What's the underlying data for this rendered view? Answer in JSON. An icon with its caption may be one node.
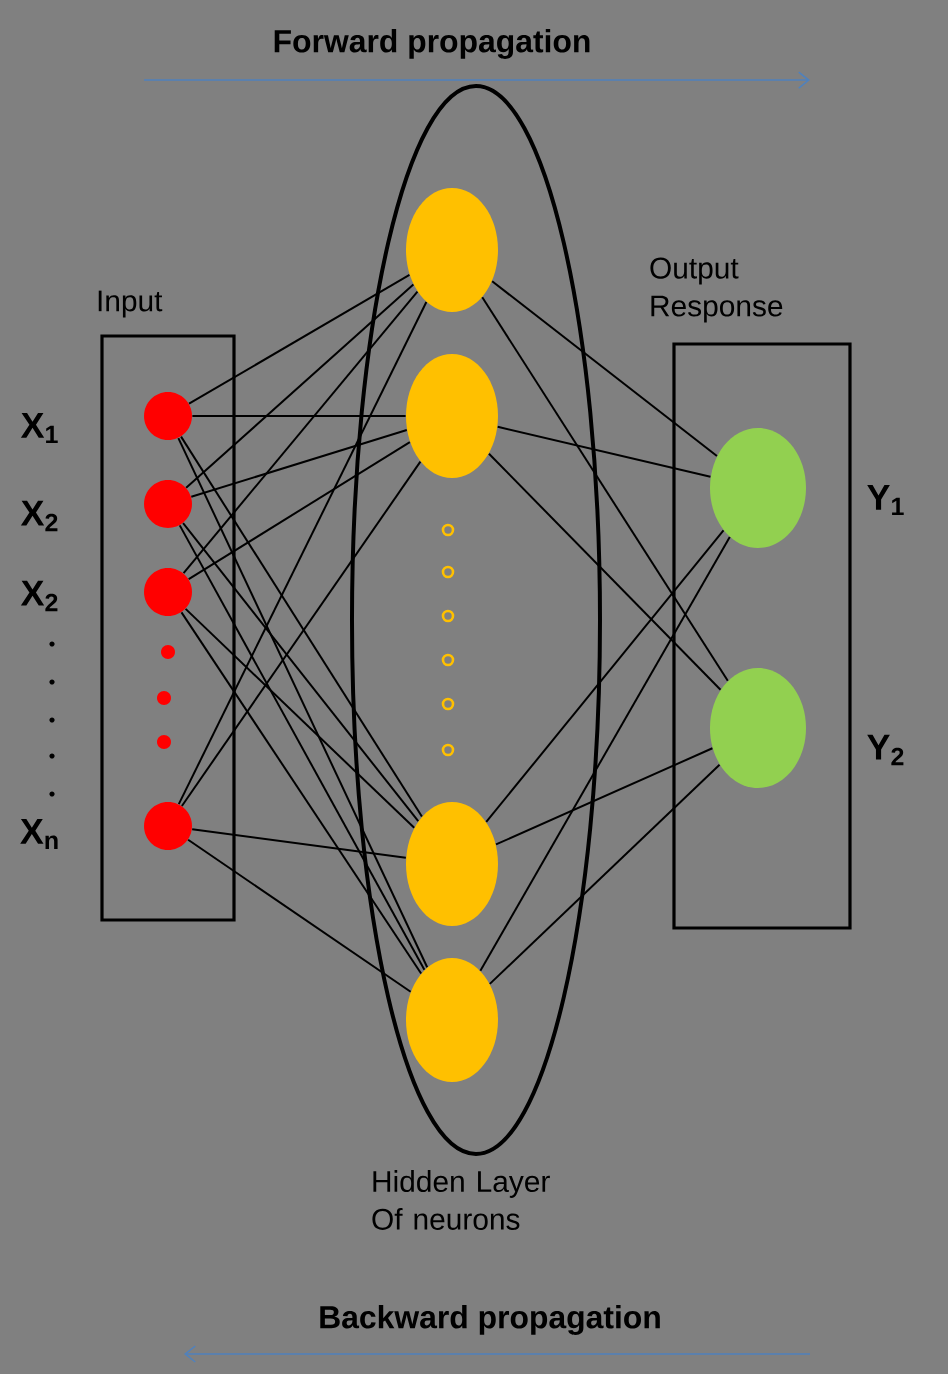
{
  "diagram": {
    "nodes": [
      {
        "text": [
          "Input"
        ]
      },
      {
        "text": [],
        "shape": "circle",
        "in": 0,
        "beside": [
          "X$_{1}$"
        ]
      },
      {
        "text": [],
        "shape": "circle",
        "in": 0,
        "beside": [
          "X$_{2}$"
        ]
      },
      {
        "text": [],
        "shape": "circle",
        "in": 0,
        "beside": [
          "X$_{2}$"
        ]
      },
      {
        "text": [],
        "shape": "circle",
        "in": 0,
        "beside": [
          "X$_{n}$"
        ]
      },
      {
        "text": [
          "Hidden Layer Of neurons"
        ]
      },
      {
        "text": [],
        "shape": "circle",
        "in": 5
      },
      {
        "text": [],
        "shape": "circle",
        "in": 5
      },
      {
        "text": [],
        "shape": "circle",
        "in": 5
      },
      {
        "text": [],
        "shape": "circle",
        "in": 5
      },
      {
        "text": [
          "Output Response"
        ]
      },
      {
        "text": [],
        "shape": "circle",
        "in": 10,
        "beside": [
          "Y$_{1}$"
        ]
      },
      {
        "text": [],
        "shape": "circle",
        "in": 10,
        "beside": [
          "Y$_{2}$"
        ]
      }
    ],
    "edges": [
      {
        "from": 1,
        "to": 6,
        "arrow": "none"
      },
      {
        "from": 1,
        "to": 7,
        "arrow": "none"
      },
      {
        "from": 1,
        "to": 8,
        "arrow": "none"
      },
      {
        "from": 1,
        "to": 9,
        "arrow": "none"
      },
      {
        "from": 2,
        "to": 6,
        "arrow": "none"
      },
      {
        "from": 2,
        "to": 7,
        "arrow": "none"
      },
      {
        "from": 2,
        "to": 8,
        "arrow": "none"
      },
      {
        "from": 2,
        "to": 9,
        "arrow": "none"
      },
      {
        "from": 3,
        "to": 6,
        "arrow": "none"
      },
      {
        "from": 3,
        "to": 7,
        "arrow": "none"
      },
      {
        "from": 3,
        "to": 8,
        "arrow": "none"
      },
      {
        "from": 3,
        "to": 9,
        "arrow": "none"
      },
      {
        "from": 4,
        "to": 6,
        "arrow": "none"
      },
      {
        "from": 4,
        "to": 7,
        "arrow": "none"
      },
      {
        "from": 4,
        "to": 8,
        "arrow": "none"
      },
      {
        "from": 4,
        "to": 9,
        "arrow": "none"
      },
      {
        "from": 6,
        "to": 11,
        "arrow": "none"
      },
      {
        "from": 6,
        "to": 12,
        "arrow": "none"
      },
      {
        "from": 7,
        "to": 11,
        "arrow": "none"
      },
      {
        "from": 7,
        "to": 12,
        "arrow": "none"
      },
      {
        "from": 8,
        "to": 11,
        "arrow": "none"
      },
      {
        "from": 8,
        "to": 12,
        "arrow": "none"
      },
      {
        "from": 9,
        "to": 11,
        "arrow": "none"
      },
      {
        "from": 9,
        "to": 12,
        "arrow": "none"
      }
    ],
    "labels": [
      "Forward propagation",
      "Backward propagation"
    ]
  }
}
